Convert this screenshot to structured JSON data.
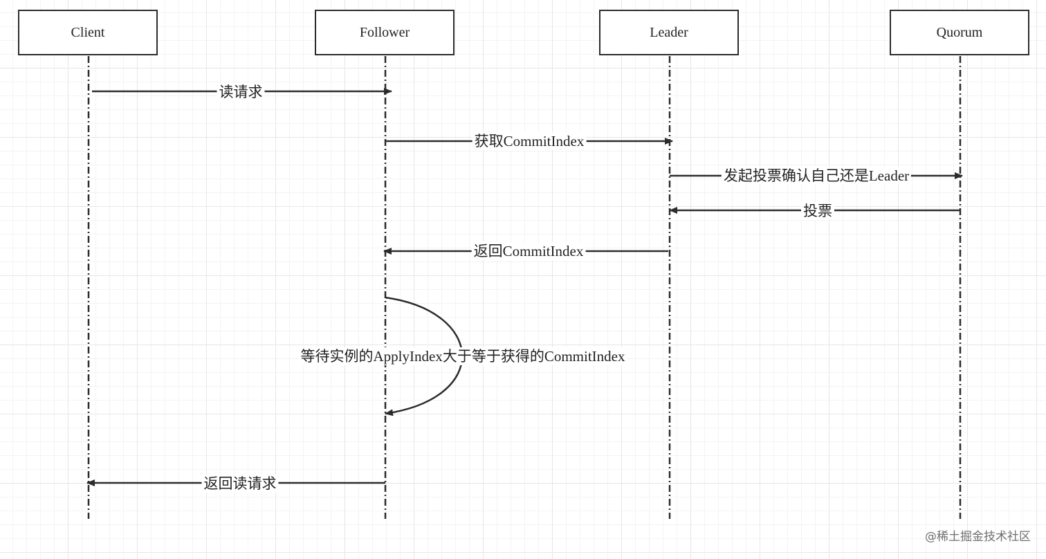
{
  "participants": {
    "client": "Client",
    "follower": "Follower",
    "leader": "Leader",
    "quorum": "Quorum"
  },
  "messages": {
    "read_request": "读请求",
    "get_commit_index": "获取CommitIndex",
    "start_vote": "发起投票确认自己还是Leader",
    "vote": "投票",
    "return_commit_index": "返回CommitIndex",
    "wait_apply_index": "等待实例的ApplyIndex大于等于获得的CommitIndex",
    "return_read_request": "返回读请求"
  },
  "watermark": "@稀土掘金技术社区",
  "colors": {
    "line": "#2b2b2b",
    "grid": "#e6e6e6"
  }
}
